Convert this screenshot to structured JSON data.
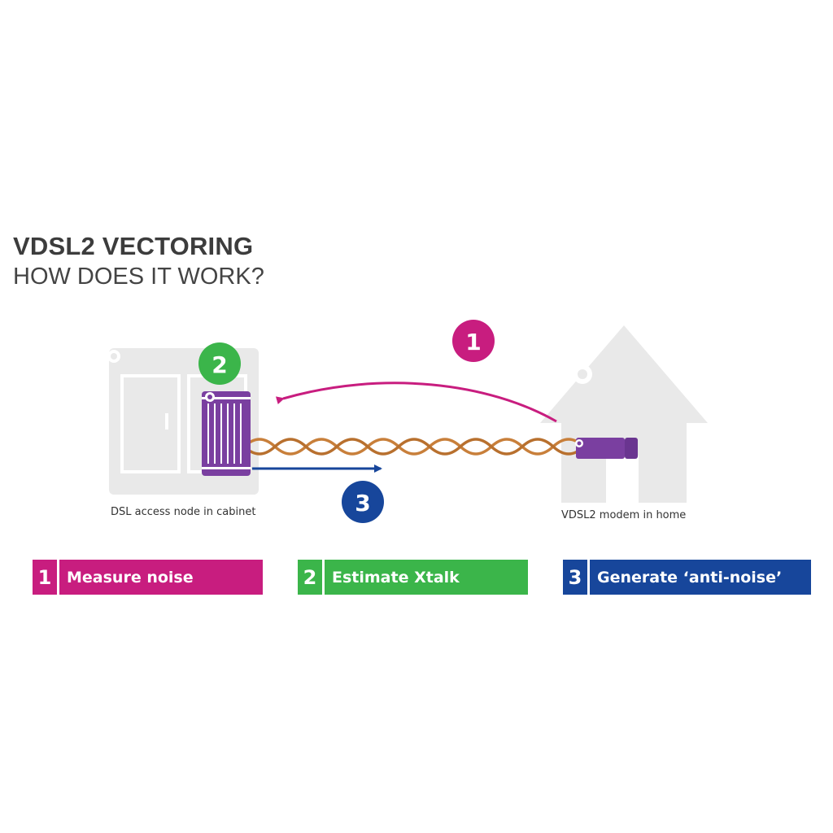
{
  "title": {
    "main": "VDSL2 VECTORING",
    "sub": "HOW DOES IT WORK?"
  },
  "diagram": {
    "cabinet_label": "DSL access node in cabinet",
    "home_label": "VDSL2 modem in home",
    "markers": {
      "m1": "1",
      "m2": "2",
      "m3": "3"
    }
  },
  "steps": [
    {
      "number": "1",
      "label": "Measure noise",
      "color": "#c81d7f"
    },
    {
      "number": "2",
      "label": "Estimate Xtalk",
      "color": "#3bb54a"
    },
    {
      "number": "3",
      "label": "Generate ‘anti-noise’",
      "color": "#17469b"
    }
  ],
  "colors": {
    "magenta": "#c81d7f",
    "green": "#3bb54a",
    "blue": "#17469b",
    "purple": "#7a3fa0",
    "cable": "#c87f3a",
    "ghost": "#e9e9e9"
  }
}
